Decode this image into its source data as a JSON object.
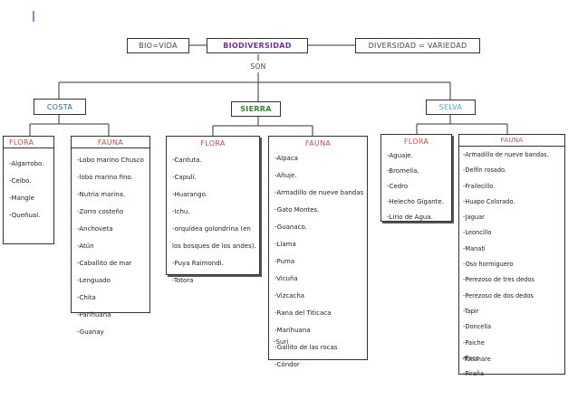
{
  "top": {
    "left": "BIO=VIDA",
    "center": "BIODIVERSIDAD",
    "right": "DIVERSIDAD = VARIEDAD",
    "connector": "SON"
  },
  "regions": {
    "costa": "COSTA",
    "sierra": "SIERRA",
    "selva": "SELVA"
  },
  "costa": {
    "flora_title": "FLORA",
    "fauna_title": "FAUNA",
    "flora": [
      "-Algarrobo.",
      "-Ceibo.",
      "-Mangle",
      "-Queñual."
    ],
    "fauna": [
      "-Lobo marino Chusco",
      "-lobo  marino  fino.",
      "-Nutria marina.",
      "-Zorro costeño",
      "-Anchoveta",
      "-Atún",
      "-Caballito  de  mar",
      "-Lenguado",
      "-Chita",
      "-Parihuana",
      "-Guanay"
    ]
  },
  "sierra": {
    "flora_title": "FLORA",
    "fauna_title": "FAUNA",
    "flora": [
      "-Cantuta.",
      "-Capulí.",
      "-Huarango.",
      "-Ichu.",
      "-orquídea golondrina (en",
      "los bosques de los andes).",
      "-Puya  Raimondi.",
      "-Totora"
    ],
    "fauna": [
      "-Alpaca",
      "-Añuje.",
      "-Armadillo de nueve bandas",
      "-Gato  Montes.",
      "-Guanaco.",
      "-Llama",
      "-Puma",
      "-Vicuña",
      "-Vizcacha",
      "-Rana  del    Titicaca",
      "-Marihuana",
      "-Gallito  de  las  rocas",
      "-Cóndor",
      "-Suri"
    ]
  },
  "selva": {
    "flora_title": "FLORA",
    "fauna_title": "FAUNA",
    "flora": [
      "-Aguaje.",
      "-Bromelia.",
      "-Cedro",
      "-Helecho  Gigante.",
      "-Lirio  de  Agua."
    ],
    "fauna": [
      "-Armadillo  de  nueve  bandas.",
      "-Delfín  rosado.",
      "-Frailecillo.",
      "-Huapo Colorado.",
      "-Jaguar",
      "-Leoncillo",
      "-Manatí",
      "-Oso   hormiguero",
      "-Perezoso   de   tres   dedos",
      "-Perezoso   de   dos   dedos",
      "-Tapir",
      "-Doncella",
      "-Paiche",
      "-Paco",
      "-Piraña",
      "-Tucunare"
    ]
  }
}
